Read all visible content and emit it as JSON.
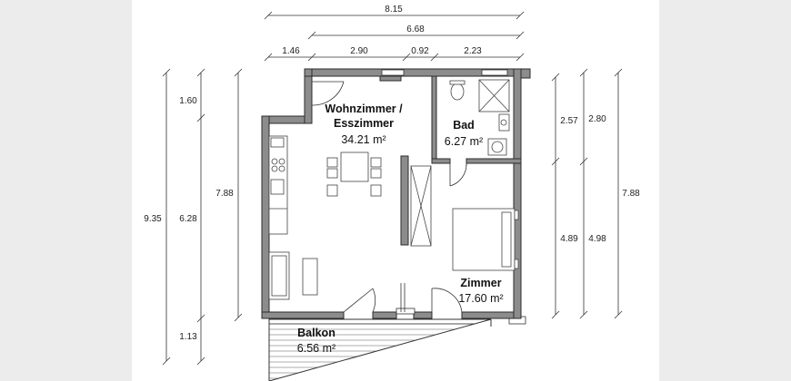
{
  "dimensions": {
    "top_total": "8.15",
    "top_inner": "6.68",
    "top_parts": [
      "1.46",
      "2.90",
      "0.92",
      "2.23"
    ],
    "left_total": "9.35",
    "left_parts": [
      "1.60",
      "6.28",
      "1.13"
    ],
    "left_inner": "7.88",
    "right_parts_a": [
      "2.57",
      "4.89"
    ],
    "right_parts_b": [
      "2.80",
      "4.98"
    ],
    "right_total": "7.88"
  },
  "rooms": {
    "living": {
      "name_line1": "Wohnzimmer /",
      "name_line2": "Esszimmer",
      "area": "34.21 m²"
    },
    "bath": {
      "name": "Bad",
      "area": "6.27 m²"
    },
    "bedroom": {
      "name": "Zimmer",
      "area": "17.60 m²"
    },
    "balcony": {
      "name": "Balkon",
      "area": "6.56 m²"
    }
  },
  "colors": {
    "wall": "#8c8c8c",
    "wall_edge": "#2b2b2b",
    "line": "#333333",
    "page_bg": "#ececec",
    "sheet_bg": "#ffffff"
  }
}
